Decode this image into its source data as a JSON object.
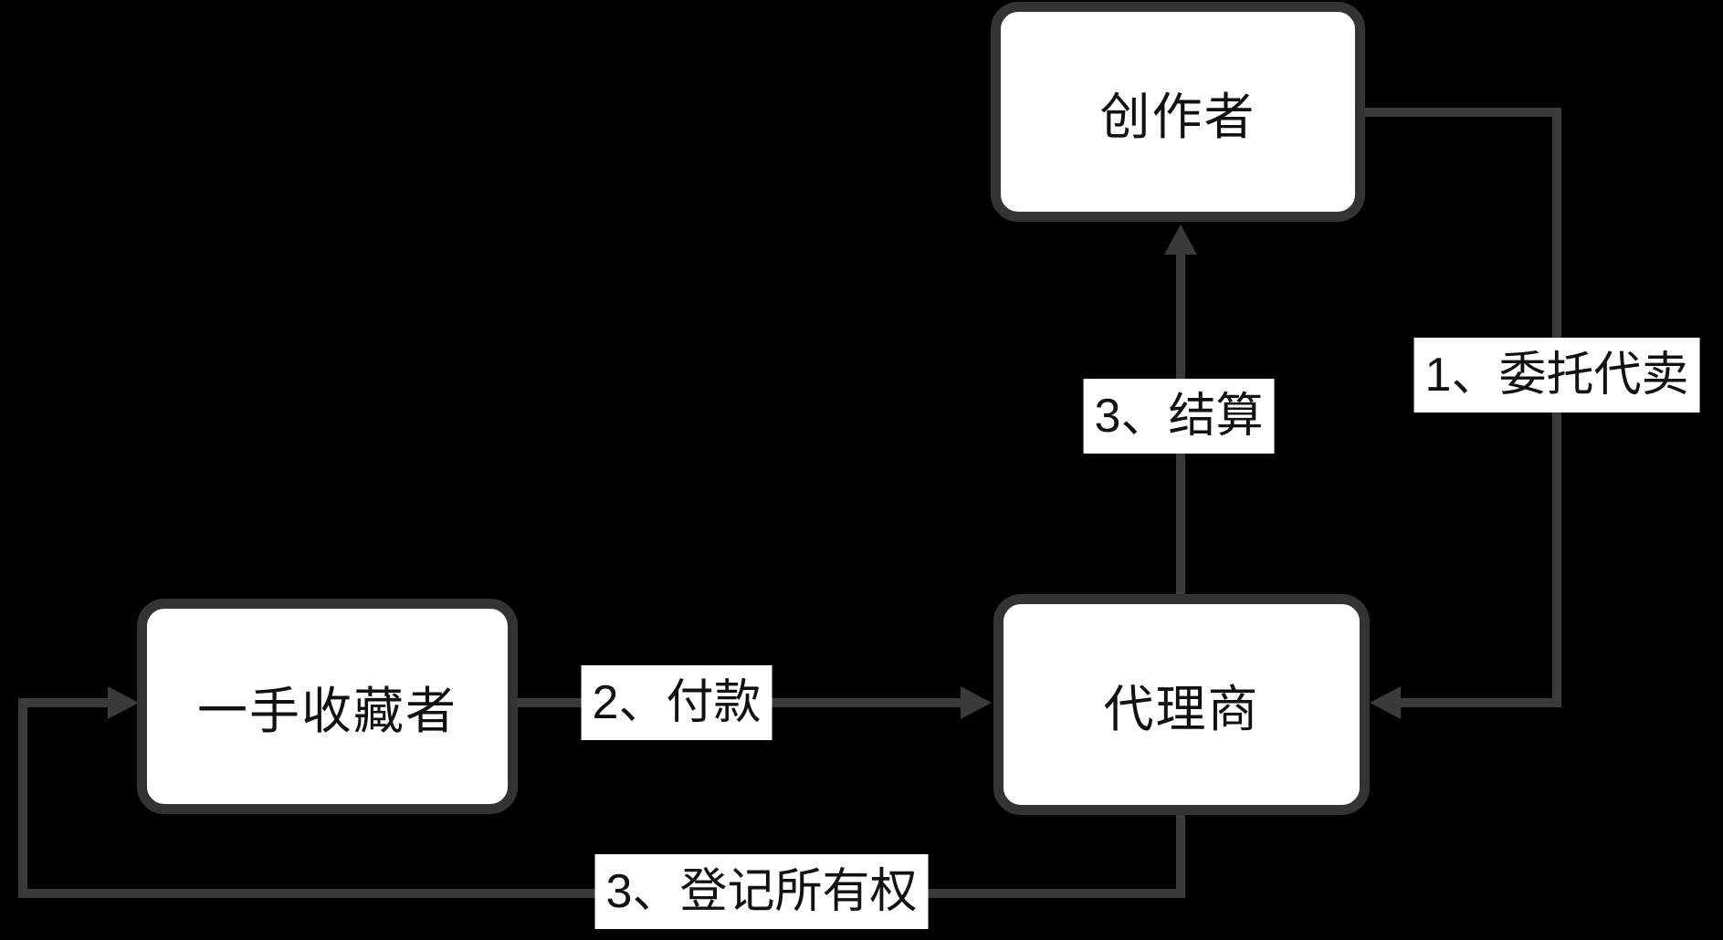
{
  "diagram": {
    "type": "flowchart",
    "background_color": "#000000",
    "node_fill_color": "#ffffff",
    "node_border_color": "#333333",
    "line_color": "#3a3a3a",
    "text_color": "#111111",
    "nodes": [
      {
        "id": "creator",
        "label": "创作者"
      },
      {
        "id": "agent",
        "label": "代理商"
      },
      {
        "id": "first_hand_collector",
        "label": "一手收藏者"
      }
    ],
    "edges": [
      {
        "id": "consignment",
        "label": "1、委托代卖",
        "from": "creator",
        "to": "agent"
      },
      {
        "id": "payment",
        "label": "2、付款",
        "from": "first_hand_collector",
        "to": "agent"
      },
      {
        "id": "settlement",
        "label": "3、结算",
        "from": "agent",
        "to": "creator"
      },
      {
        "id": "ownership_registration",
        "label": "3、登记所有权",
        "from": "agent",
        "to": "first_hand_collector"
      }
    ]
  }
}
